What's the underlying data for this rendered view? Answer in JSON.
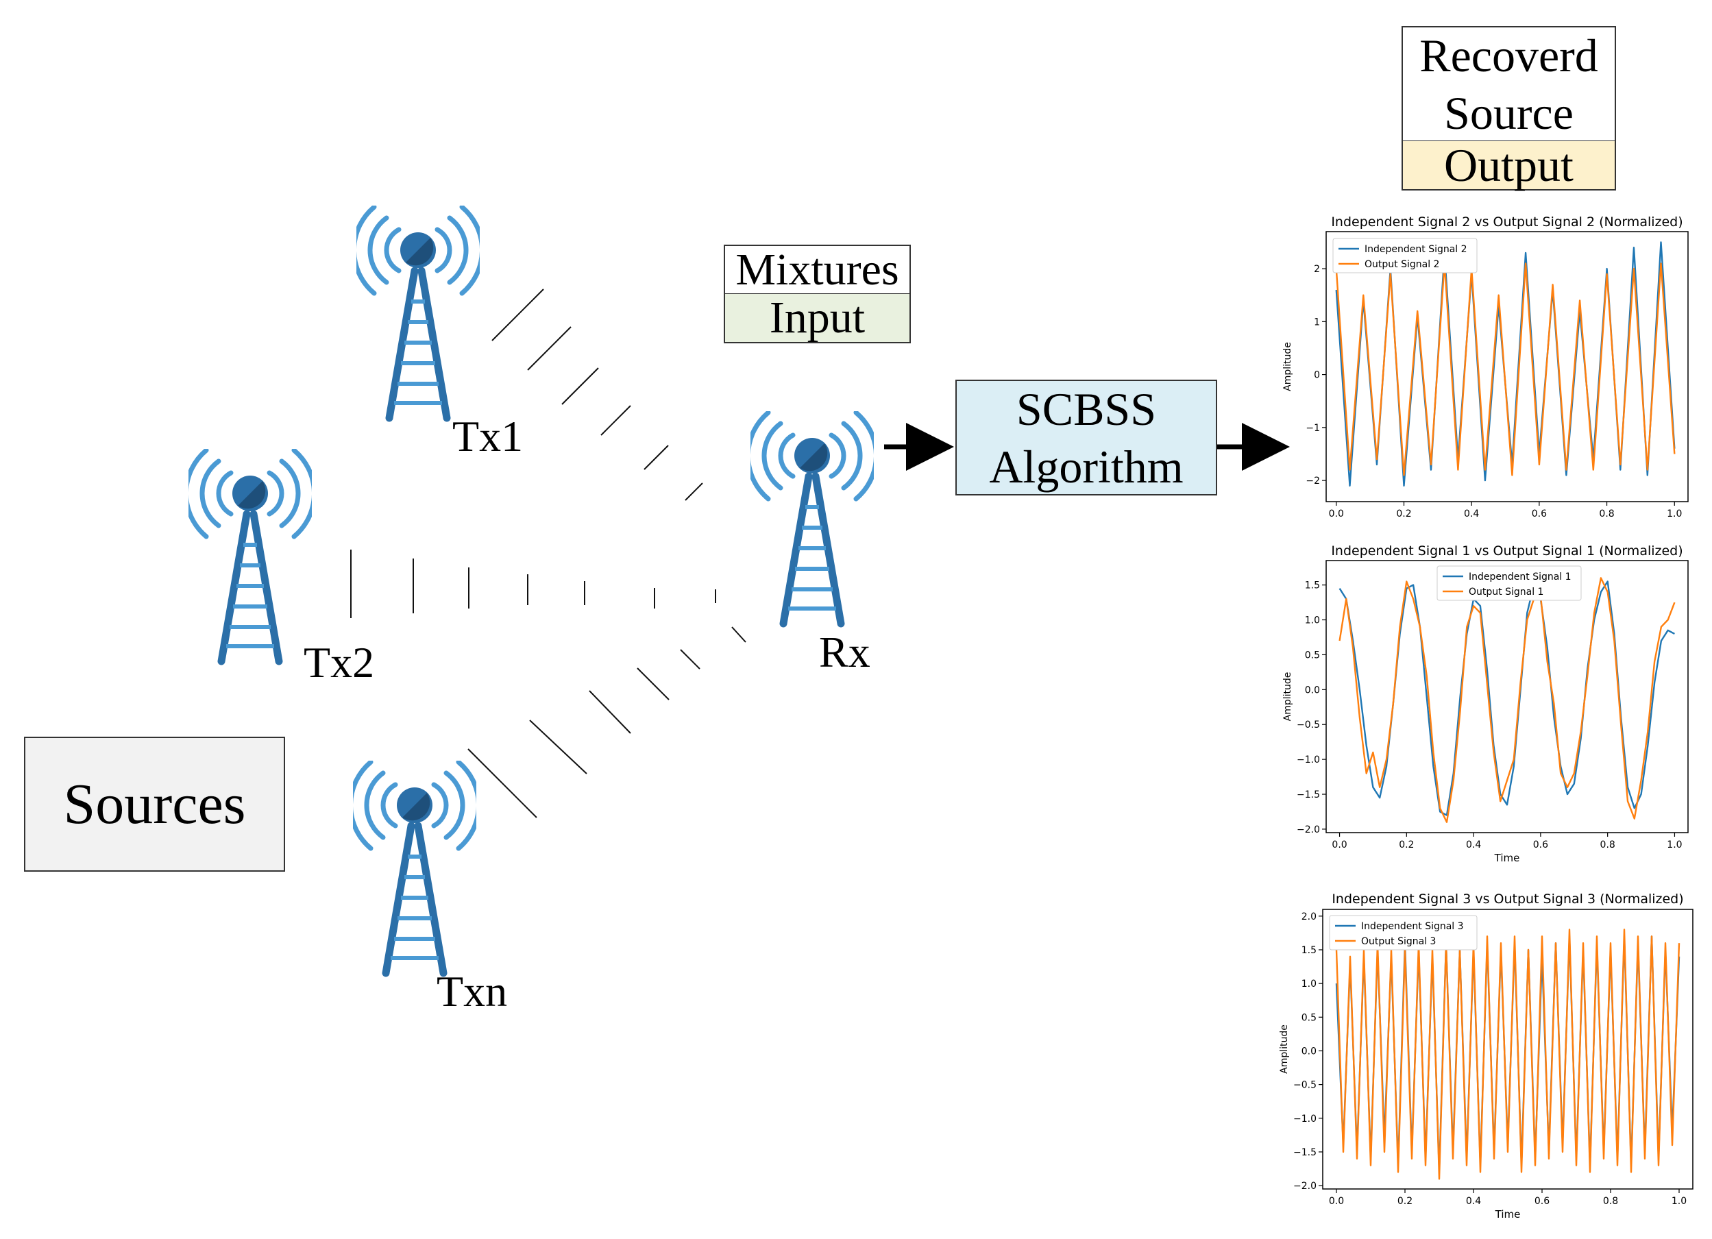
{
  "labels": {
    "sources": "Sources",
    "tx1": "Tx1",
    "tx2": "Tx2",
    "txn": "Txn",
    "rx": "Rx",
    "mixtures": "Mixtures",
    "input": "Input",
    "algorithm_line1": "SCBSS",
    "algorithm_line2": "Algorithm",
    "recovered_line1": "Recoverd",
    "recovered_line2": "Source",
    "output": "Output"
  },
  "colors": {
    "tower": "#2b6fa8",
    "tower_dark": "#1e4f7a",
    "wave": "#4a9ad4",
    "series_independent": "#1f77b4",
    "series_output": "#ff7f0e",
    "input_fill": "#e9f1df",
    "algorithm_fill": "#dbeef5",
    "output_fill": "#fdf1cc",
    "sources_fill": "#f2f2f2"
  },
  "chart_data": [
    {
      "type": "line",
      "title": "Independent Signal 2 vs Output Signal 2 (Normalized)",
      "xlabel": "",
      "ylabel": "Amplitude",
      "xlim": [
        -0.03,
        1.04
      ],
      "ylim": [
        -2.4,
        2.7
      ],
      "xticks": [
        "0.0",
        "0.2",
        "0.4",
        "0.6",
        "0.8",
        "1.0"
      ],
      "xtick_values": [
        0.0,
        0.2,
        0.4,
        0.6,
        0.8,
        1.0
      ],
      "yticks": [
        "−2",
        "−1",
        "0",
        "1",
        "2"
      ],
      "ytick_values": [
        -2,
        -1,
        0,
        1,
        2
      ],
      "legend": "top-left",
      "x": [
        0.0,
        0.04,
        0.08,
        0.12,
        0.16,
        0.2,
        0.24,
        0.28,
        0.32,
        0.36,
        0.4,
        0.44,
        0.48,
        0.52,
        0.56,
        0.6,
        0.64,
        0.68,
        0.72,
        0.76,
        0.8,
        0.84,
        0.88,
        0.92,
        0.96,
        1.0
      ],
      "series": [
        {
          "name": "Independent Signal 2",
          "values": [
            1.6,
            -2.1,
            1.4,
            -1.7,
            2.0,
            -2.1,
            1.1,
            -1.8,
            2.3,
            -1.6,
            1.9,
            -2.0,
            1.3,
            -1.7,
            2.3,
            -1.5,
            1.6,
            -1.9,
            1.2,
            -1.6,
            2.0,
            -1.8,
            2.4,
            -1.9,
            2.5,
            -1.4
          ]
        },
        {
          "name": "Output Signal 2",
          "values": [
            2.0,
            -1.8,
            1.5,
            -1.6,
            1.9,
            -1.9,
            1.2,
            -1.7,
            2.1,
            -1.8,
            2.0,
            -1.8,
            1.5,
            -1.9,
            2.1,
            -1.7,
            1.7,
            -1.8,
            1.4,
            -1.8,
            1.9,
            -1.7,
            2.0,
            -1.8,
            2.1,
            -1.5
          ]
        }
      ]
    },
    {
      "type": "line",
      "title": "Independent Signal 1 vs Output Signal 1 (Normalized)",
      "xlabel": "Time",
      "ylabel": "Amplitude",
      "xlim": [
        -0.04,
        1.04
      ],
      "ylim": [
        -2.05,
        1.85
      ],
      "xticks": [
        "0.0",
        "0.2",
        "0.4",
        "0.6",
        "0.8",
        "1.0"
      ],
      "xtick_values": [
        0.0,
        0.2,
        0.4,
        0.6,
        0.8,
        1.0
      ],
      "yticks": [
        "−2.0",
        "−1.5",
        "−1.0",
        "−0.5",
        "0.0",
        "0.5",
        "1.0",
        "1.5"
      ],
      "ytick_values": [
        -2.0,
        -1.5,
        -1.0,
        -0.5,
        0.0,
        0.5,
        1.0,
        1.5
      ],
      "legend": "top-center",
      "x": [
        0.0,
        0.02,
        0.04,
        0.06,
        0.08,
        0.1,
        0.12,
        0.14,
        0.16,
        0.18,
        0.2,
        0.22,
        0.24,
        0.26,
        0.28,
        0.3,
        0.32,
        0.34,
        0.36,
        0.38,
        0.4,
        0.42,
        0.44,
        0.46,
        0.48,
        0.5,
        0.52,
        0.54,
        0.56,
        0.58,
        0.6,
        0.62,
        0.64,
        0.66,
        0.68,
        0.7,
        0.72,
        0.74,
        0.76,
        0.78,
        0.8,
        0.82,
        0.84,
        0.86,
        0.88,
        0.9,
        0.92,
        0.94,
        0.96,
        0.98,
        1.0
      ],
      "series": [
        {
          "name": "Independent Signal 1",
          "values": [
            1.45,
            1.3,
            0.7,
            0.0,
            -0.8,
            -1.4,
            -1.55,
            -1.1,
            -0.2,
            0.8,
            1.45,
            1.5,
            0.9,
            -0.1,
            -1.1,
            -1.75,
            -1.8,
            -1.2,
            -0.1,
            0.8,
            1.3,
            1.2,
            0.3,
            -0.8,
            -1.5,
            -1.65,
            -1.1,
            0.0,
            1.1,
            1.5,
            1.3,
            0.6,
            -0.4,
            -1.1,
            -1.5,
            -1.35,
            -0.7,
            0.3,
            1.0,
            1.4,
            1.55,
            0.8,
            -0.4,
            -1.4,
            -1.7,
            -1.5,
            -0.8,
            0.1,
            0.7,
            0.85,
            0.8
          ]
        },
        {
          "name": "Output Signal 1",
          "values": [
            0.7,
            1.3,
            0.6,
            -0.4,
            -1.2,
            -0.9,
            -1.4,
            -1.0,
            -0.2,
            0.9,
            1.55,
            1.3,
            0.9,
            0.2,
            -0.9,
            -1.7,
            -1.9,
            -1.3,
            -0.3,
            0.9,
            1.2,
            1.1,
            0.1,
            -0.9,
            -1.6,
            -1.3,
            -1.0,
            0.1,
            1.0,
            1.3,
            1.35,
            0.4,
            -0.2,
            -1.2,
            -1.4,
            -1.2,
            -0.6,
            0.2,
            1.1,
            1.6,
            1.4,
            0.7,
            -0.5,
            -1.6,
            -1.85,
            -1.3,
            -0.6,
            0.4,
            0.9,
            1.0,
            1.25
          ]
        }
      ]
    },
    {
      "type": "line",
      "title": "Independent Signal 3 vs Output Signal 3 (Normalized)",
      "xlabel": "Time",
      "ylabel": "Amplitude",
      "xlim": [
        -0.04,
        1.04
      ],
      "ylim": [
        -2.05,
        2.1
      ],
      "xticks": [
        "0.0",
        "0.2",
        "0.4",
        "0.6",
        "0.8",
        "1.0"
      ],
      "xtick_values": [
        0.0,
        0.2,
        0.4,
        0.6,
        0.8,
        1.0
      ],
      "yticks": [
        "−2.0",
        "−1.5",
        "−1.0",
        "−0.5",
        "0.0",
        "0.5",
        "1.0",
        "1.5",
        "2.0"
      ],
      "ytick_values": [
        -2.0,
        -1.5,
        -1.0,
        -0.5,
        0.0,
        0.5,
        1.0,
        1.5,
        2.0
      ],
      "legend": "top-left",
      "x": [
        0.0,
        0.02,
        0.04,
        0.06,
        0.08,
        0.1,
        0.12,
        0.14,
        0.16,
        0.18,
        0.2,
        0.22,
        0.24,
        0.26,
        0.28,
        0.3,
        0.32,
        0.34,
        0.36,
        0.38,
        0.4,
        0.42,
        0.44,
        0.46,
        0.48,
        0.5,
        0.52,
        0.54,
        0.56,
        0.58,
        0.6,
        0.62,
        0.64,
        0.66,
        0.68,
        0.7,
        0.72,
        0.74,
        0.76,
        0.78,
        0.8,
        0.82,
        0.84,
        0.86,
        0.88,
        0.9,
        0.92,
        0.94,
        0.96,
        0.98,
        1.0
      ],
      "series": [
        {
          "name": "Independent Signal 3",
          "values": [
            1.0,
            -1.4,
            1.3,
            -1.5,
            1.4,
            -1.6,
            1.5,
            -1.3,
            1.4,
            -1.7,
            1.6,
            -1.5,
            1.5,
            -1.6,
            1.4,
            -1.8,
            1.6,
            -1.5,
            1.5,
            -1.6,
            1.5,
            -1.7,
            1.6,
            -1.5,
            1.5,
            -1.4,
            1.6,
            -1.7,
            1.5,
            -1.6,
            1.4,
            -1.5,
            1.6,
            -1.4,
            1.7,
            -1.6,
            1.5,
            -1.7,
            1.6,
            -1.5,
            1.5,
            -1.6,
            1.7,
            -1.7,
            1.6,
            -1.5,
            1.7,
            -1.6,
            1.5,
            -1.2,
            1.4
          ]
        },
        {
          "name": "Output Signal 3",
          "values": [
            1.5,
            -1.5,
            1.4,
            -1.6,
            1.5,
            -1.7,
            1.6,
            -1.5,
            1.5,
            -1.8,
            1.5,
            -1.6,
            1.6,
            -1.7,
            1.5,
            -1.9,
            1.6,
            -1.6,
            1.5,
            -1.7,
            1.6,
            -1.8,
            1.7,
            -1.6,
            1.6,
            -1.5,
            1.7,
            -1.8,
            1.5,
            -1.7,
            1.7,
            -1.6,
            1.6,
            -1.5,
            1.8,
            -1.7,
            1.6,
            -1.8,
            1.7,
            -1.6,
            1.6,
            -1.7,
            1.8,
            -1.8,
            1.7,
            -1.6,
            1.7,
            -1.7,
            1.6,
            -1.4,
            1.6
          ]
        }
      ]
    }
  ]
}
